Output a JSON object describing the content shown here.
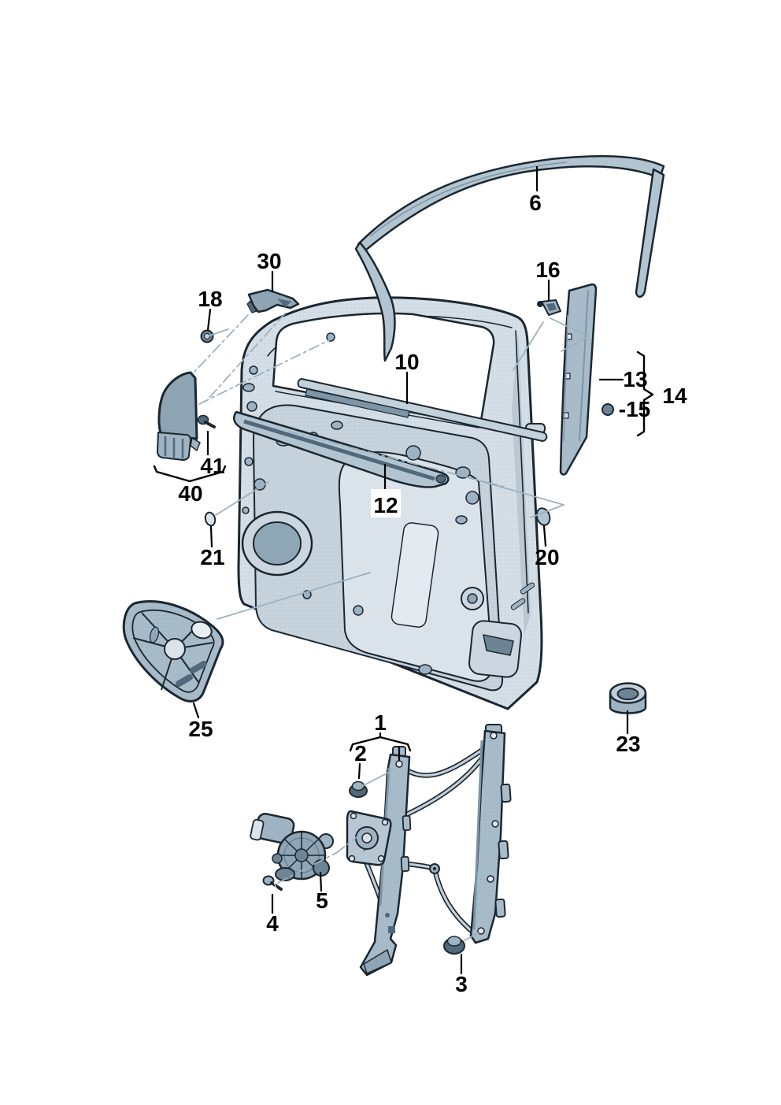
{
  "figure": {
    "type": "exploded-parts-diagram",
    "subject": "front door - window regulator, window guides, seals and trim",
    "background": "#ffffff",
    "colors": {
      "outline": "#1b2730",
      "door_fill": "#d4dee6",
      "panel_fill": "#c6d3dd",
      "part_fill": "#a7bbc9",
      "dark_part": "#51697a",
      "projection_line": "#9db1c0",
      "leader_line": "#000000"
    }
  },
  "parts": [
    {
      "label": "1",
      "name": "window-regulator-assembly"
    },
    {
      "label": "2",
      "name": "hex-flange-nut-upper"
    },
    {
      "label": "3",
      "name": "hex-flange-nut-lower"
    },
    {
      "label": "4",
      "name": "motor-fixing-screw"
    },
    {
      "label": "5",
      "name": "window-regulator-motor"
    },
    {
      "label": "6",
      "name": "window-guide-frame-seal"
    },
    {
      "label": "10",
      "name": "outer-window-slot-seal"
    },
    {
      "label": "12",
      "name": "inner-window-slot-seal"
    },
    {
      "label": "13",
      "name": "window-guide-rail"
    },
    {
      "label": "14",
      "name": "guide-rail-assembly-bracket"
    },
    {
      "label": "-15",
      "name": "cover-cap"
    },
    {
      "label": "16",
      "name": "retaining-clip"
    },
    {
      "label": "18",
      "name": "fixing-nut"
    },
    {
      "label": "20",
      "name": "grommet-right"
    },
    {
      "label": "21",
      "name": "grommet-left"
    },
    {
      "label": "23",
      "name": "bushing-ring"
    },
    {
      "label": "25",
      "name": "loudspeaker-gasket"
    },
    {
      "label": "30",
      "name": "retaining-bracket"
    },
    {
      "label": "40",
      "name": "triangular-mirror-trim"
    },
    {
      "label": "41",
      "name": "trim-fixing-screw"
    }
  ]
}
